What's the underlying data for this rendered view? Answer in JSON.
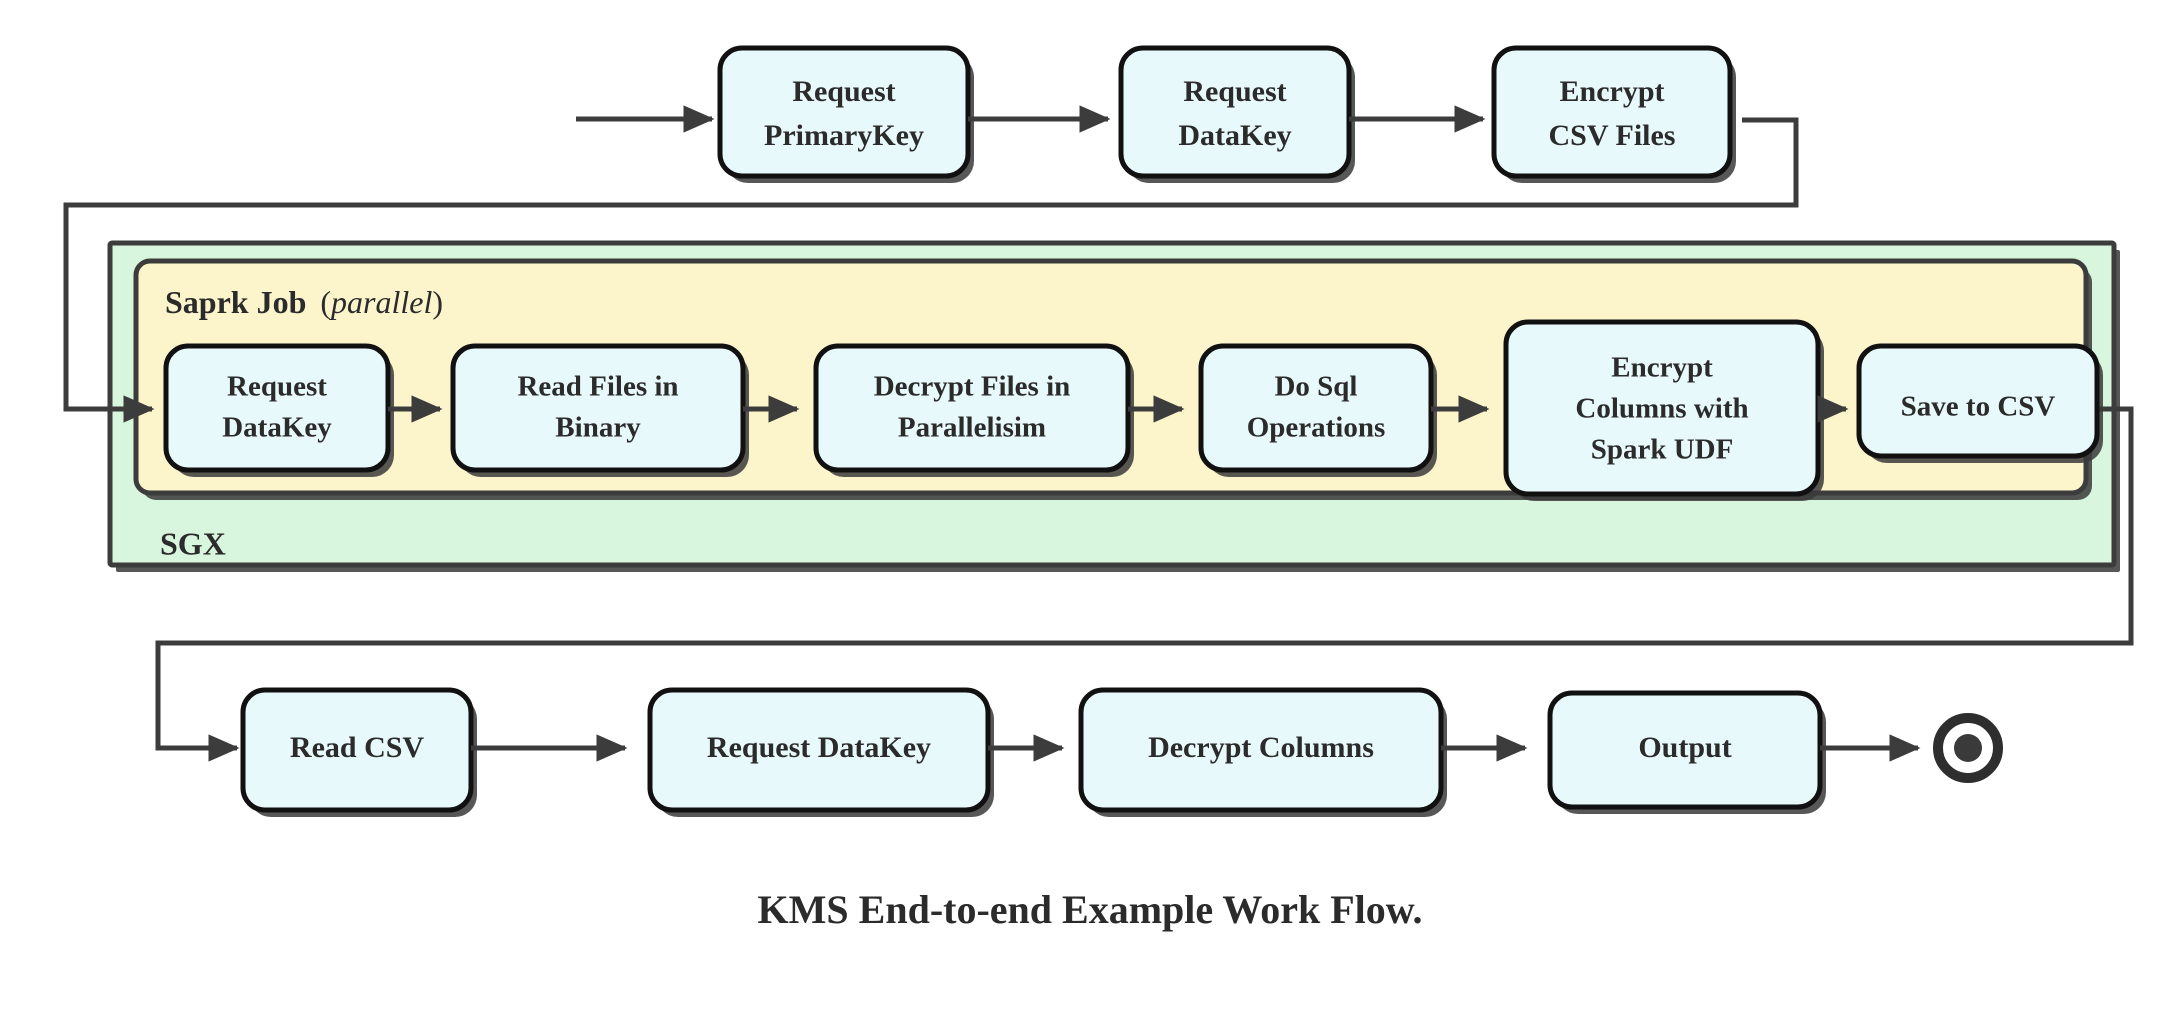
{
  "diagram": {
    "title": "KMS End-to-end Example Work Flow.",
    "type": "activity-flowchart",
    "colors": {
      "node_fill": "#e8f9fc",
      "node_stroke": "#111111",
      "sgx_fill": "#d8f5dd",
      "spark_fill": "#fcf5cc",
      "container_stroke": "#3c3c3c",
      "edge": "#3c3c3c",
      "text": "#2b2b2b",
      "background": "#ffffff"
    },
    "start_node": {
      "name": "start-state"
    },
    "end_node": {
      "name": "final-state"
    },
    "rows": {
      "top": {
        "name": "top-row",
        "nodes": [
          {
            "id": "request-primarykey",
            "lines": [
              "Request",
              "PrimaryKey"
            ]
          },
          {
            "id": "request-datakey-top",
            "lines": [
              "Request",
              "DataKey"
            ]
          },
          {
            "id": "encrypt-csv-files",
            "lines": [
              "Encrypt",
              "CSV Files"
            ]
          }
        ]
      },
      "middle": {
        "name": "spark-job-row",
        "nodes": [
          {
            "id": "request-datakey-spark",
            "lines": [
              "Request",
              "DataKey"
            ]
          },
          {
            "id": "read-files-in-binary",
            "lines": [
              "Read Files in",
              "Binary"
            ]
          },
          {
            "id": "decrypt-files-in-parallelisim",
            "lines": [
              "Decrypt Files in",
              "Parallelisim"
            ]
          },
          {
            "id": "do-sql-operations",
            "lines": [
              "Do Sql",
              "Operations"
            ]
          },
          {
            "id": "encrypt-columns-with-spark-udf",
            "lines": [
              "Encrypt",
              "Columns with",
              "Spark UDF"
            ]
          },
          {
            "id": "save-to-csv",
            "lines": [
              "Save to CSV"
            ]
          }
        ]
      },
      "bottom": {
        "name": "bottom-row",
        "nodes": [
          {
            "id": "read-csv",
            "lines": [
              "Read CSV"
            ]
          },
          {
            "id": "request-datakey-bottom",
            "lines": [
              "Request DataKey"
            ]
          },
          {
            "id": "decrypt-columns",
            "lines": [
              "Decrypt Columns"
            ]
          },
          {
            "id": "output",
            "lines": [
              "Output"
            ]
          }
        ]
      }
    },
    "containers": {
      "outer": {
        "id": "sgx-container",
        "label": "SGX"
      },
      "inner": {
        "id": "spark-job-container",
        "label_bold": "Saprk Job",
        "label_paren_open": "(",
        "label_italic": "parallel",
        "label_paren_close": ")"
      }
    }
  }
}
